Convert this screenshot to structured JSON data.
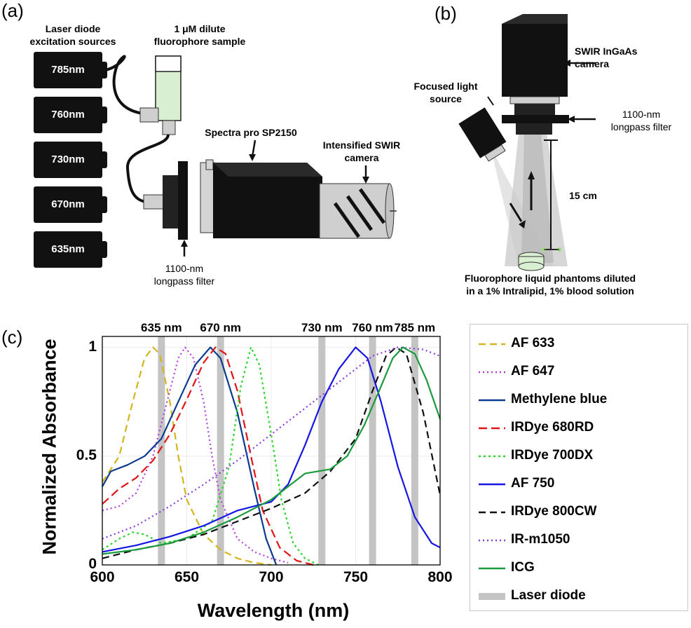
{
  "panel_a": {
    "label": "(a)",
    "laser_title": "Laser diode\nexcitation sources",
    "sample_title": "1 μM dilute\nfluorophore sample",
    "spectra_label": "Spectra pro SP2150",
    "camera_label": "Intensified SWIR\ncamera",
    "filter_label": "1100-nm\nlongpass filter",
    "lasers": [
      "785nm",
      "760nm",
      "730nm",
      "670nm",
      "635nm"
    ]
  },
  "panel_b": {
    "label": "(b)",
    "camera_label": "SWIR InGaAs\ncamera",
    "light_label": "Focused light\nsource",
    "filter_label": "1100-nm\nlongpass filter",
    "distance_label": "15 cm",
    "phantom_label": "Fluorophore liquid phantoms diluted\nin a 1% Intralipid, 1% blood solution"
  },
  "panel_c": {
    "label": "(c)"
  },
  "chart_data": {
    "type": "line",
    "xlabel": "Wavelength (nm)",
    "ylabel": "Normalized Absorbance",
    "xlim": [
      600,
      800
    ],
    "ylim": [
      0,
      1.05
    ],
    "xticks": [
      600,
      650,
      700,
      750,
      800
    ],
    "yticks": [
      {
        "v": 0,
        "t": "0"
      },
      {
        "v": 0.5,
        "t": "0.5"
      },
      {
        "v": 1,
        "t": "1"
      }
    ],
    "grid": true,
    "legend_position": "right",
    "laser_lines": [
      {
        "x": 635,
        "label": "635 nm"
      },
      {
        "x": 670,
        "label": "670 nm"
      },
      {
        "x": 730,
        "label": "730 nm"
      },
      {
        "x": 760,
        "label": "760 nm"
      },
      {
        "x": 785,
        "label": "785 nm"
      }
    ],
    "laser_legend": "Laser diode",
    "series": [
      {
        "name": "AF 633",
        "color": "#D4B51F",
        "dash": "10,6",
        "points": [
          [
            600,
            0.38
          ],
          [
            610,
            0.5
          ],
          [
            618,
            0.75
          ],
          [
            625,
            0.95
          ],
          [
            630,
            1.0
          ],
          [
            634,
            0.97
          ],
          [
            640,
            0.75
          ],
          [
            645,
            0.5
          ],
          [
            650,
            0.3
          ],
          [
            660,
            0.14
          ],
          [
            670,
            0.07
          ],
          [
            680,
            0.03
          ],
          [
            690,
            0.01
          ],
          [
            700,
            0
          ]
        ]
      },
      {
        "name": "AF 647",
        "color": "#B53BE0",
        "dash": "2,4",
        "points": [
          [
            600,
            0.25
          ],
          [
            610,
            0.27
          ],
          [
            620,
            0.33
          ],
          [
            630,
            0.5
          ],
          [
            640,
            0.8
          ],
          [
            645,
            0.95
          ],
          [
            649,
            1.0
          ],
          [
            654,
            0.95
          ],
          [
            660,
            0.75
          ],
          [
            665,
            0.5
          ],
          [
            670,
            0.3
          ],
          [
            680,
            0.12
          ],
          [
            690,
            0.06
          ],
          [
            700,
            0.03
          ],
          [
            710,
            0.01
          ]
        ]
      },
      {
        "name": "Methylene blue",
        "color": "#0B3C8F",
        "dash": "",
        "points": [
          [
            600,
            0.36
          ],
          [
            605,
            0.43
          ],
          [
            615,
            0.46
          ],
          [
            625,
            0.5
          ],
          [
            635,
            0.58
          ],
          [
            645,
            0.75
          ],
          [
            655,
            0.92
          ],
          [
            664,
            1.0
          ],
          [
            670,
            0.95
          ],
          [
            680,
            0.7
          ],
          [
            690,
            0.35
          ],
          [
            697,
            0.12
          ],
          [
            703,
            0.0
          ]
        ]
      },
      {
        "name": "IRDye 680RD",
        "color": "#E11515",
        "dash": "12,6",
        "points": [
          [
            600,
            0.28
          ],
          [
            610,
            0.35
          ],
          [
            620,
            0.4
          ],
          [
            630,
            0.48
          ],
          [
            640,
            0.6
          ],
          [
            650,
            0.76
          ],
          [
            660,
            0.93
          ],
          [
            667,
            1.0
          ],
          [
            673,
            0.97
          ],
          [
            680,
            0.8
          ],
          [
            688,
            0.5
          ],
          [
            695,
            0.25
          ],
          [
            705,
            0.08
          ],
          [
            715,
            0.02
          ],
          [
            725,
            0
          ]
        ]
      },
      {
        "name": "IRDye 700DX",
        "color": "#2BD82B",
        "dash": "3,4",
        "points": [
          [
            600,
            0.07
          ],
          [
            610,
            0.12
          ],
          [
            618,
            0.15
          ],
          [
            625,
            0.14
          ],
          [
            635,
            0.1
          ],
          [
            650,
            0.12
          ],
          [
            665,
            0.2
          ],
          [
            675,
            0.45
          ],
          [
            682,
            0.82
          ],
          [
            688,
            1.0
          ],
          [
            693,
            0.92
          ],
          [
            700,
            0.6
          ],
          [
            706,
            0.3
          ],
          [
            713,
            0.1
          ],
          [
            720,
            0.03
          ],
          [
            728,
            0
          ]
        ]
      },
      {
        "name": "AF 750",
        "color": "#1515E6",
        "dash": "",
        "points": [
          [
            600,
            0.06
          ],
          [
            620,
            0.09
          ],
          [
            640,
            0.13
          ],
          [
            660,
            0.18
          ],
          [
            680,
            0.25
          ],
          [
            700,
            0.29
          ],
          [
            710,
            0.37
          ],
          [
            720,
            0.55
          ],
          [
            730,
            0.75
          ],
          [
            740,
            0.9
          ],
          [
            750,
            1.0
          ],
          [
            757,
            0.95
          ],
          [
            765,
            0.75
          ],
          [
            775,
            0.45
          ],
          [
            785,
            0.22
          ],
          [
            795,
            0.1
          ],
          [
            800,
            0.08
          ]
        ]
      },
      {
        "name": "IRDye 800CW",
        "color": "#111111",
        "dash": "10,6",
        "points": [
          [
            600,
            0.03
          ],
          [
            620,
            0.07
          ],
          [
            640,
            0.1
          ],
          [
            660,
            0.14
          ],
          [
            680,
            0.2
          ],
          [
            700,
            0.26
          ],
          [
            720,
            0.33
          ],
          [
            735,
            0.43
          ],
          [
            750,
            0.58
          ],
          [
            760,
            0.8
          ],
          [
            768,
            0.96
          ],
          [
            774,
            1.0
          ],
          [
            780,
            0.97
          ],
          [
            790,
            0.7
          ],
          [
            800,
            0.32
          ]
        ]
      },
      {
        "name": "IR-m1050",
        "color": "#8A3BDC",
        "dash": "2,4",
        "points": [
          [
            600,
            0.12
          ],
          [
            620,
            0.18
          ],
          [
            640,
            0.27
          ],
          [
            660,
            0.37
          ],
          [
            680,
            0.48
          ],
          [
            700,
            0.6
          ],
          [
            720,
            0.72
          ],
          [
            740,
            0.84
          ],
          [
            760,
            0.96
          ],
          [
            775,
            1.0
          ],
          [
            790,
            0.99
          ],
          [
            800,
            0.96
          ]
        ]
      },
      {
        "name": "ICG",
        "color": "#1A9B3C",
        "dash": "",
        "points": [
          [
            600,
            0.05
          ],
          [
            620,
            0.07
          ],
          [
            640,
            0.1
          ],
          [
            660,
            0.15
          ],
          [
            680,
            0.22
          ],
          [
            700,
            0.3
          ],
          [
            710,
            0.36
          ],
          [
            720,
            0.42
          ],
          [
            735,
            0.44
          ],
          [
            745,
            0.5
          ],
          [
            755,
            0.64
          ],
          [
            765,
            0.82
          ],
          [
            772,
            0.95
          ],
          [
            778,
            1.0
          ],
          [
            785,
            0.97
          ],
          [
            792,
            0.85
          ],
          [
            800,
            0.67
          ]
        ]
      }
    ]
  }
}
